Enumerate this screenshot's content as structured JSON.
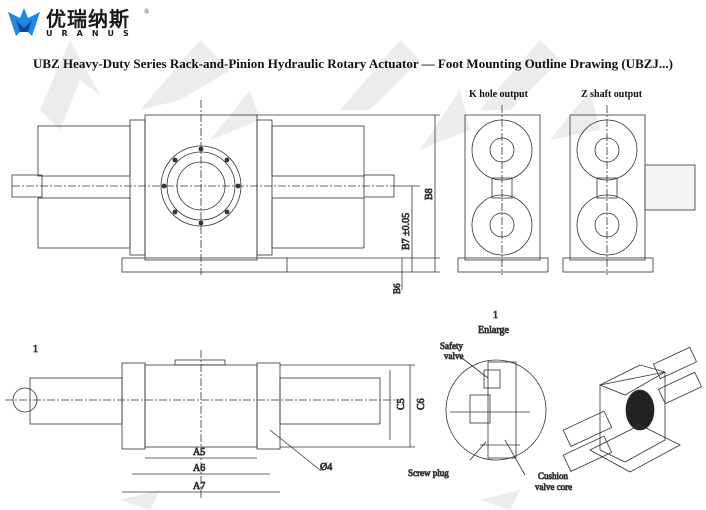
{
  "brand": {
    "name_cn": "优瑞纳斯",
    "name_en": "URANUS",
    "registered": "®"
  },
  "title": "UBZ Heavy-Duty Series Rack-and-Pinion Hydraulic Rotary Actuator — Foot Mounting Outline Drawing (UBZJ...)",
  "views": {
    "k_hole": "K hole output",
    "z_shaft": "Z shaft output"
  },
  "dimensions": {
    "b8": "B8",
    "b7": "B7 ±0.05",
    "b6": "B6",
    "c5": "C5",
    "c6": "C6",
    "a5": "A5",
    "a6": "A6",
    "a7": "A7",
    "phi4": "Ø4"
  },
  "detail": {
    "ref": "1",
    "ref_left": "1",
    "enlarge": "Enlarge",
    "safety_valve_1": "Safety",
    "safety_valve_2": "valve",
    "screw_plug": "Screw plug",
    "cushion_1": "Cushion",
    "cushion_2": "valve core"
  },
  "colors": {
    "brand_blue": "#1e88e5",
    "watermark": "#e6e6e6",
    "line": "#333333"
  }
}
